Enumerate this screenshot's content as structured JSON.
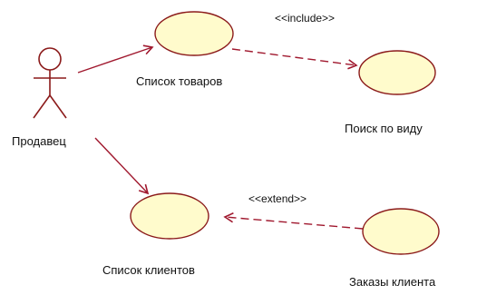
{
  "diagram": {
    "actor": {
      "name": "Продавец"
    },
    "use_cases": {
      "products": "Список товаров",
      "search": "Поиск по виду",
      "clients": "Список клиентов",
      "orders": "Заказы клиента"
    },
    "relations": {
      "include": "<<include>>",
      "extend": "<<extend>>"
    },
    "colors": {
      "use_case_fill": "#fffbcc",
      "use_case_stroke": "#8b1a1a",
      "line": "#a0182e",
      "actor": "#8b1a1a"
    }
  }
}
